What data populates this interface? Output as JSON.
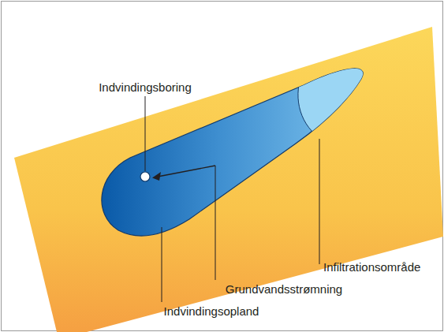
{
  "diagram": {
    "labels": [
      "Indvindingsboring",
      "Infiltrationsområde",
      "Grundvandsstrømning",
      "Indvindingsopland"
    ]
  }
}
